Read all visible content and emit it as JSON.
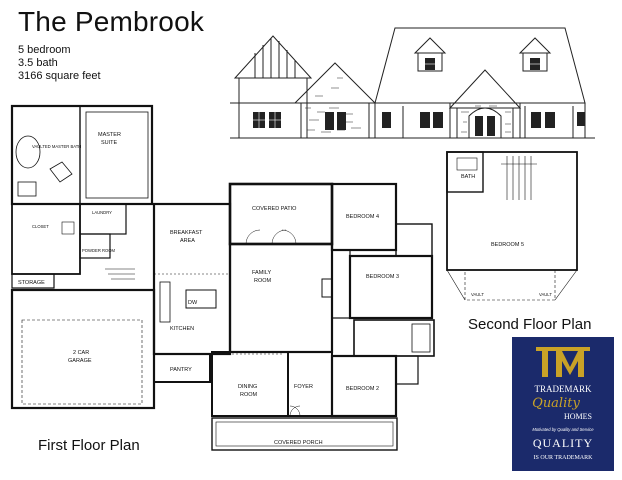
{
  "header": {
    "title": "The Pembrook",
    "specs": [
      "5 bedroom",
      "3.5 bath",
      "3166 square feet"
    ]
  },
  "labels": {
    "first_floor": "First Floor Plan",
    "second_floor": "Second Floor Plan"
  },
  "rooms": {
    "vaulted_master_bath": "VAULTED MASTER BATH",
    "master_suite_1": "MASTER",
    "master_suite_2": "SUITE",
    "closet": "CLOSET",
    "laundry": "LAUNDRY",
    "powder_room": "POWDER ROOM",
    "storage": "STORAGE",
    "garage_1": "2 CAR",
    "garage_2": "GARAGE",
    "breakfast_1": "BREAKFAST",
    "breakfast_2": "AREA",
    "kitchen": "KITCHEN",
    "pantry": "PANTRY",
    "dw": "DW",
    "covered_patio": "COVERED PATIO",
    "family_1": "FAMILY",
    "family_2": "ROOM",
    "dining_1": "DINING",
    "dining_2": "ROOM",
    "foyer": "FOYER",
    "covered_porch": "COVERED PORCH",
    "bedroom_4": "BEDROOM 4",
    "bedroom_3": "BEDROOM 3",
    "bedroom_2": "BEDROOM 2",
    "bath": "BATH",
    "bedroom_5": "BEDROOM 5",
    "vault_1": "VAULT",
    "vault_2": "VAULT"
  },
  "logo": {
    "monogram": "TM",
    "brand": "TRADEMARK",
    "script": "Quality",
    "homes": "HOMES",
    "motto": "Motivated by Quality and Service",
    "quality": "QUALITY",
    "tagline": "IS OUR TRADEMARK",
    "colors": {
      "navy": "#1b2a6b",
      "gold": "#c9a227"
    }
  }
}
